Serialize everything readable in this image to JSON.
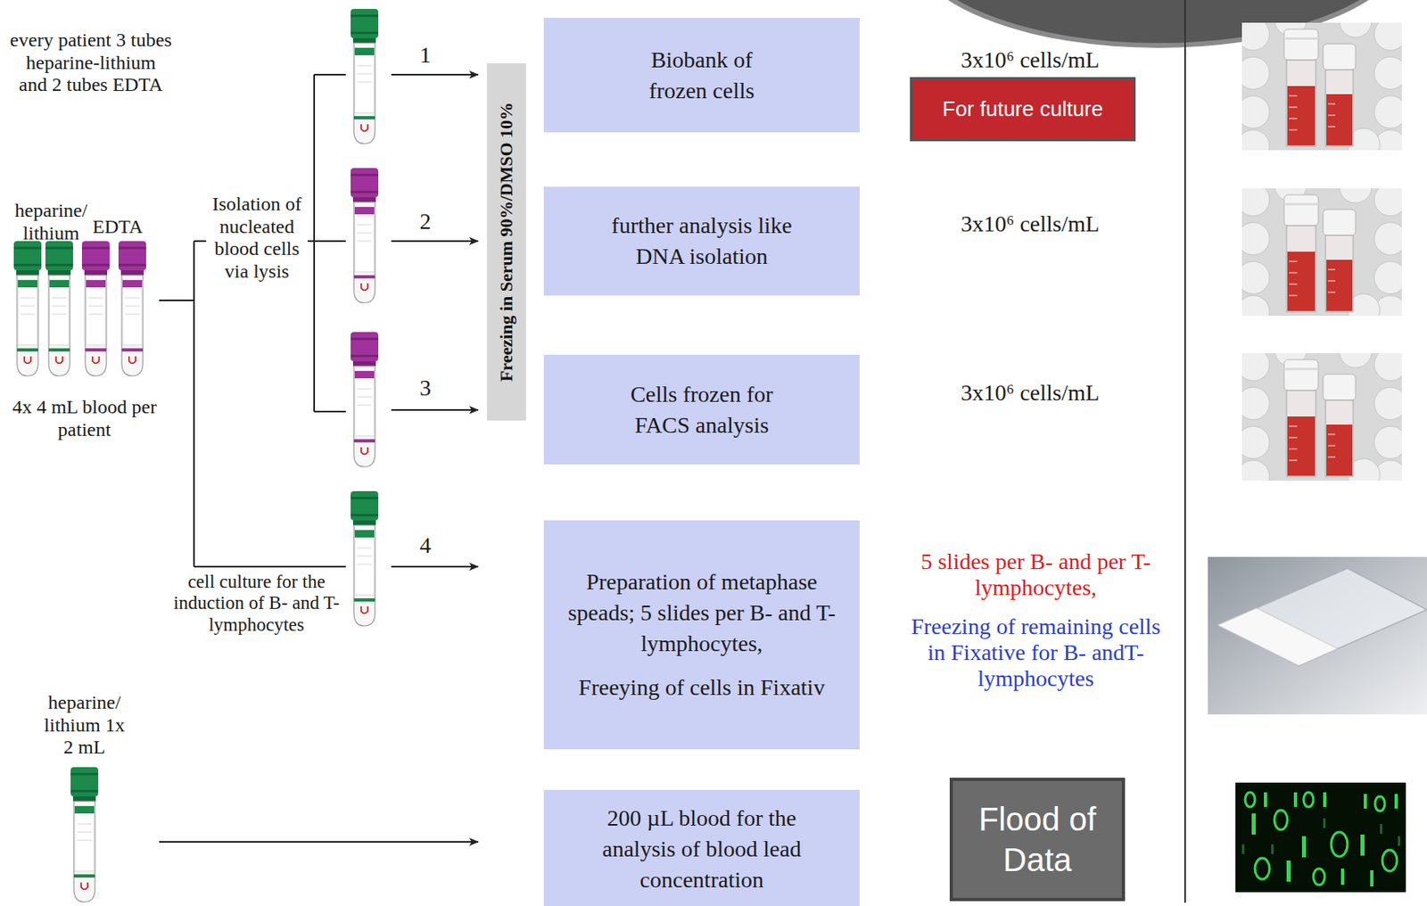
{
  "diagram": {
    "nodes": [
      {
        "text": [
          "Freezing in Serum 90%/DMSO 10%"
        ]
      },
      {
        "text": [
          "Biobank of frozen cells"
        ]
      },
      {
        "text": [
          "For future culture"
        ]
      },
      {
        "text": [
          "further analysis like DNA isolation"
        ]
      },
      {
        "text": [
          "Cells frozen for FACS analysis"
        ]
      },
      {
        "text": [
          "Preparation of metaphase speads; 5 slides per B- and T-lymphocytes,",
          "Freeying of cells in Fixativ"
        ]
      },
      {
        "text": [
          "200 µL blood for the analysis of blood lead concentration"
        ]
      },
      {
        "text": [
          "Flood of Data"
        ]
      }
    ],
    "labels": [
      "every patient 3 tubes heparine-lithium and 2 tubes EDTA",
      "heparine/ lithium",
      "EDTA",
      "4x 4 mL blood per patient",
      "Isolation of nucleated blood cells via lysis",
      "cell culture for the induction of B- and T-lymphocytes",
      "1",
      "2",
      "3",
      "4",
      "3x10⁶ cells/mL",
      "3x10⁶ cells/mL",
      "3x10⁶ cells/mL",
      "5 slides per B- and per T-lymphocytes,",
      "Freezing of remaining cells in Fixative for B- andT-lymphocytes",
      "heparine/ lithium 1x 2 mL"
    ]
  }
}
